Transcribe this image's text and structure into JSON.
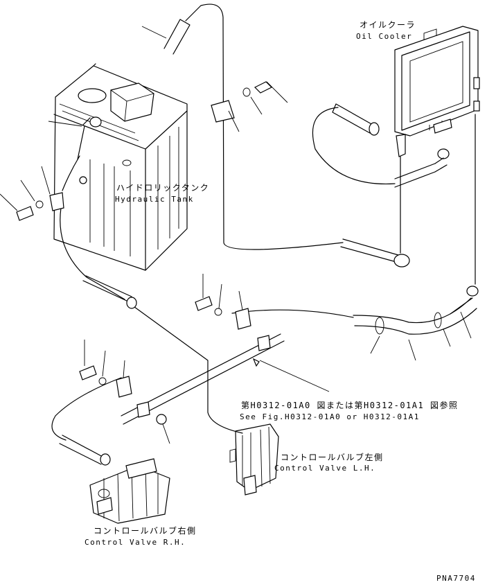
{
  "labels": {
    "oil_cooler_jp": "オイルクーラ",
    "oil_cooler_en": "Oil Cooler",
    "hydraulic_tank_jp": "ハイドロリックタンク",
    "hydraulic_tank_en": "Hydraulic Tank",
    "see_fig_jp": "第H0312-01A0 図または第H0312-01A1 図参照",
    "see_fig_en": "See Fig.H0312-01A0 or H0312-01A1",
    "control_valve_lh_jp": "コントロールバルブ左側",
    "control_valve_lh_en": "Control Valve L.H.",
    "control_valve_rh_jp": "コントロールバルブ右側",
    "control_valve_rh_en": "Control Valve R.H."
  },
  "drawing_code": "PNA7704"
}
